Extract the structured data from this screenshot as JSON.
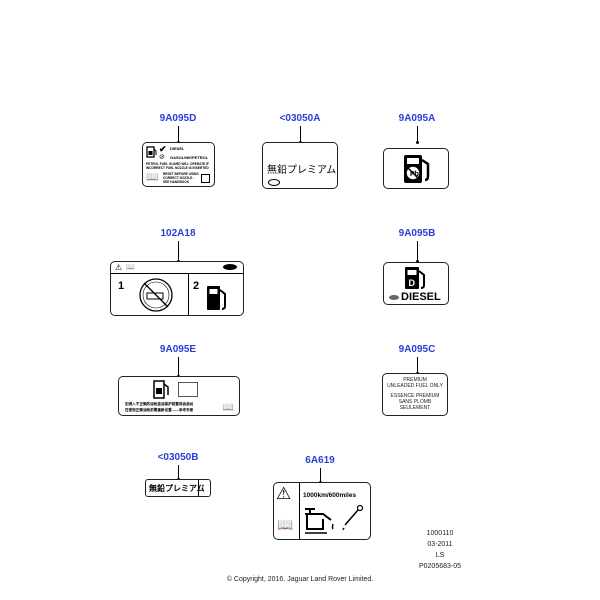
{
  "parts": [
    {
      "id": "9A095D",
      "lines": [
        "DIESEL",
        "GASOLINE/PETROL",
        "PETROL FUEL GUARD WILL OPERATE IF",
        "INCORRECT FUEL NOZZLE IS INSERTED",
        "RESET BEFORE USING",
        "CORRECT NOZZLE -",
        "SEE HANDBOOK"
      ]
    },
    {
      "id": "<03050A",
      "text": "無鉛プレミアム"
    },
    {
      "id": "9A095A",
      "icon": "unleaded-fuel-pump-icon"
    },
    {
      "id": "102A18",
      "panel1": "1",
      "panel2": "2"
    },
    {
      "id": "9A095B",
      "text": "DIESEL",
      "pump_letter": "D"
    },
    {
      "id": "9A095E",
      "line1": "如误入不正确的油枪盖油保护装置将会启动",
      "line2": "在使用正确油枪前需重新设置——参考手册"
    },
    {
      "id": "9A095C",
      "lines": [
        "PREMIUM",
        "UNLEADED FUEL ONLY",
        "ESSENCE PREMIUM",
        "SANS PLOMB",
        "SEULEMENT"
      ]
    },
    {
      "id": "<03050B",
      "text": "無鉛プレミアム"
    },
    {
      "id": "6A619",
      "text": "1000km/600miles"
    }
  ],
  "reference": [
    "1000110",
    "03-2011",
    "LS",
    "P0205683-05"
  ],
  "copyright": "© Copyright, 2016. Jaguar Land Rover Limited."
}
